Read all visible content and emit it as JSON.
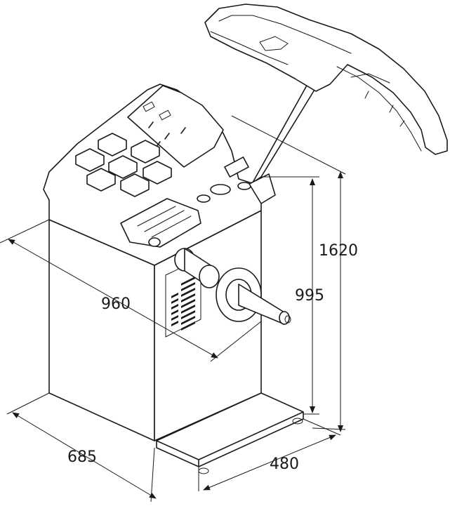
{
  "dimensions": {
    "width": "960",
    "depth": "685",
    "base_width": "480",
    "shaft_height": "995",
    "total_height": "1620"
  },
  "colors": {
    "line": "#1a1a1a",
    "background": "#ffffff"
  }
}
